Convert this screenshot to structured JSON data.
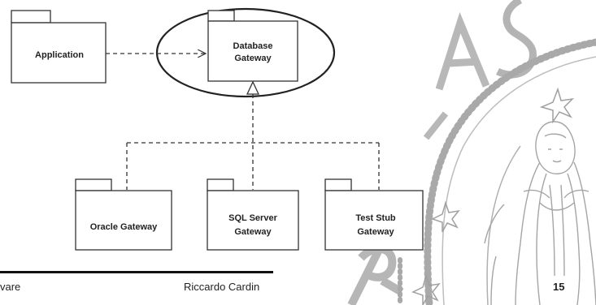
{
  "diagram": {
    "packages": {
      "application": "Application",
      "database_gateway": [
        "Database",
        "Gateway"
      ],
      "oracle_gateway": "Oracle Gateway",
      "sql_server_gateway": [
        "SQL Server",
        "Gateway"
      ],
      "test_stub_gateway": [
        "Test Stub",
        "Gateway"
      ]
    },
    "relationships": [
      {
        "from": "Application",
        "to": "Database Gateway",
        "kind": "dependency"
      },
      {
        "from": "Oracle Gateway",
        "to": "Database Gateway",
        "kind": "realization"
      },
      {
        "from": "SQL Server Gateway",
        "to": "Database Gateway",
        "kind": "realization"
      },
      {
        "from": "Test Stub Gateway",
        "to": "Database Gateway",
        "kind": "realization"
      }
    ]
  },
  "footer": {
    "left_text": "vare",
    "author": "Riccardo Cardin",
    "page_number": "15"
  },
  "seal_watermark": {
    "lettering": "AS ... R",
    "color": "#9a9a9a"
  }
}
